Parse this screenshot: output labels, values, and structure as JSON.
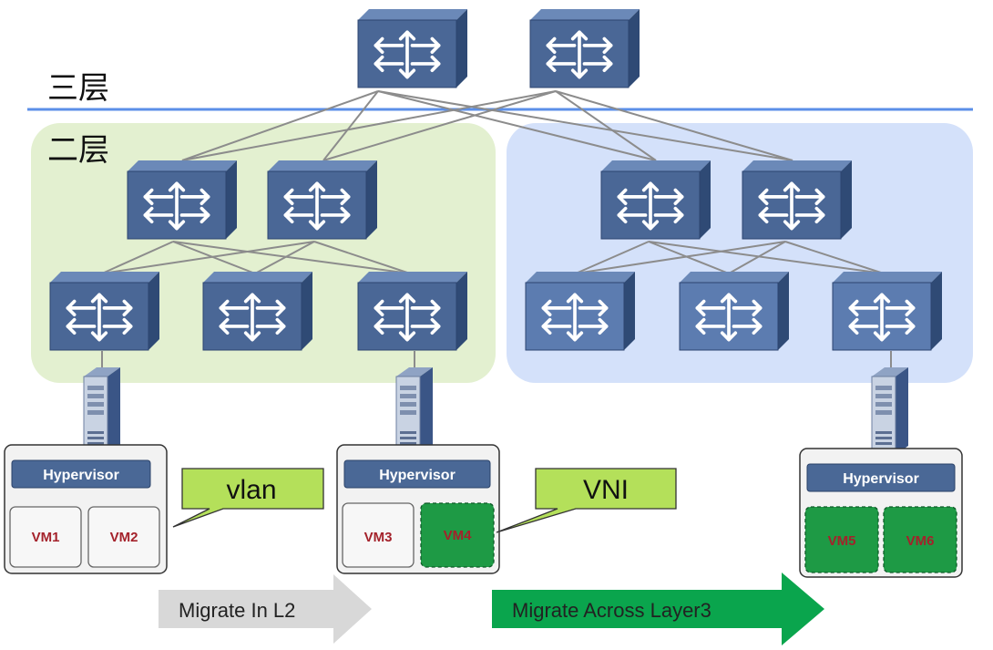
{
  "layers": {
    "l3_label": "三层",
    "l2_label": "二层"
  },
  "hosts": [
    {
      "hypervisor": "Hypervisor",
      "vms": [
        "VM1",
        "VM2"
      ]
    },
    {
      "hypervisor": "Hypervisor",
      "vms": [
        "VM3",
        "VM4"
      ]
    },
    {
      "hypervisor": "Hypervisor",
      "vms": [
        "VM5",
        "VM6"
      ]
    }
  ],
  "callouts": {
    "vlan": "vlan",
    "vni": "VNI"
  },
  "arrows": {
    "l2_migration": "Migrate In L2",
    "l3_migration": "Migrate Across Layer3"
  },
  "colors": {
    "l2_zone_left": "#e3f0d0",
    "l2_zone_right": "#d4e1fa",
    "l3_line": "#5b8fe8",
    "switch_front": "#4a6796",
    "switch_top": "#6b89b8",
    "switch_side": "#2f4a75",
    "switch_faded": "#5c7cb0",
    "hypervisor_bar": "#4a6896",
    "vm_green": "#1e9a45",
    "vm_text_red": "#a4222b",
    "callout_green": "#b4e05a",
    "arrow_gray": "#d8d8d8",
    "arrow_green": "#0aa54d"
  },
  "icons": {
    "switch": "network-switch-icon",
    "server": "server-tower-icon"
  }
}
